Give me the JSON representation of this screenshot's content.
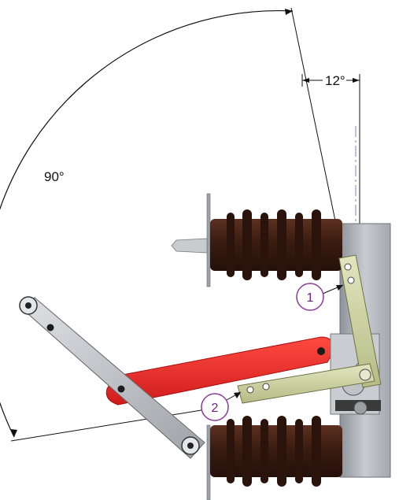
{
  "dimensions": {
    "angle_large": "90°",
    "angle_small": "12°"
  },
  "callouts": [
    {
      "label": "1"
    },
    {
      "label": "2"
    }
  ],
  "colors": {
    "insulator": "#4a2618",
    "insulator_dark": "#2b130b",
    "red_arm": "#ee2a2a",
    "steel": "#b9bcc1",
    "bracket": "#cdd3a2",
    "callout": "#8a3c99",
    "centerline": "#7b82d6"
  }
}
